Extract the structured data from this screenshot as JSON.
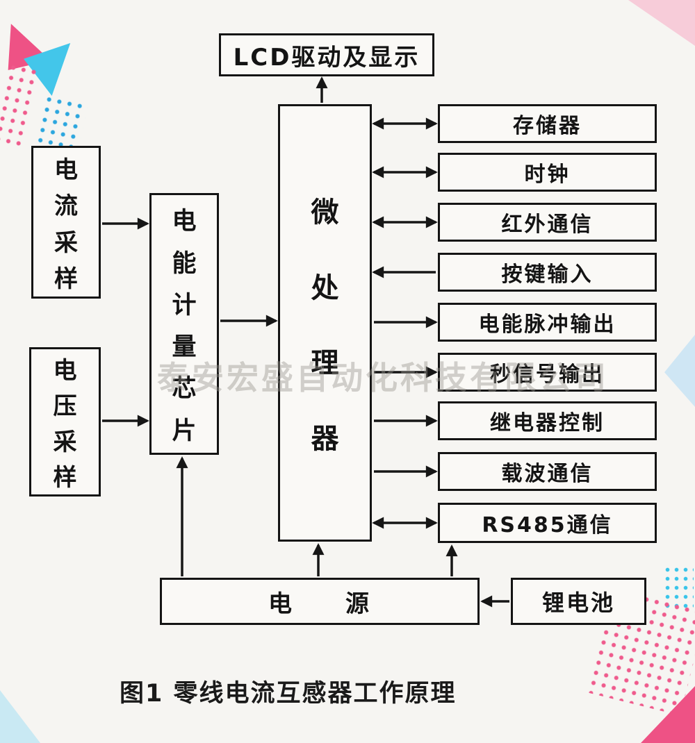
{
  "figure": {
    "caption": "图1 零线电流互感器工作原理",
    "watermark": "泰安宏盛自动化科技有限公司"
  },
  "nodes": {
    "lcd": {
      "label": "LCD驱动及显示"
    },
    "current_sampling": {
      "label": "电流采样"
    },
    "voltage_sampling": {
      "label": "电压采样"
    },
    "metering_chip": {
      "label": "电能计量芯片"
    },
    "mpu": {
      "label": "微处理器"
    },
    "memory": {
      "label": "存储器"
    },
    "clock": {
      "label": "时钟"
    },
    "infrared_comm": {
      "label": "红外通信"
    },
    "key_input": {
      "label": "按键输入"
    },
    "energy_pulse_output": {
      "label": "电能脉冲输出"
    },
    "second_signal_output": {
      "label": "秒信号输出"
    },
    "relay_control": {
      "label": "继电器控制"
    },
    "carrier_comm": {
      "label": "载波通信"
    },
    "rs485_comm": {
      "label": "RS485通信"
    },
    "power": {
      "label": "电　　源"
    },
    "battery": {
      "label": "锂电池"
    }
  },
  "edges": [
    {
      "from": "current_sampling",
      "to": "metering_chip",
      "direction": "one-way"
    },
    {
      "from": "voltage_sampling",
      "to": "metering_chip",
      "direction": "one-way"
    },
    {
      "from": "metering_chip",
      "to": "mpu",
      "direction": "one-way"
    },
    {
      "from": "mpu",
      "to": "lcd",
      "direction": "one-way"
    },
    {
      "from": "mpu",
      "to": "memory",
      "direction": "two-way"
    },
    {
      "from": "mpu",
      "to": "clock",
      "direction": "two-way"
    },
    {
      "from": "mpu",
      "to": "infrared_comm",
      "direction": "two-way"
    },
    {
      "from": "key_input",
      "to": "mpu",
      "direction": "one-way"
    },
    {
      "from": "mpu",
      "to": "energy_pulse_output",
      "direction": "one-way"
    },
    {
      "from": "mpu",
      "to": "second_signal_output",
      "direction": "one-way"
    },
    {
      "from": "mpu",
      "to": "relay_control",
      "direction": "one-way"
    },
    {
      "from": "mpu",
      "to": "carrier_comm",
      "direction": "one-way"
    },
    {
      "from": "mpu",
      "to": "rs485_comm",
      "direction": "two-way"
    },
    {
      "from": "power",
      "to": "metering_chip",
      "direction": "one-way"
    },
    {
      "from": "power",
      "to": "mpu",
      "direction": "one-way"
    },
    {
      "from": "power",
      "to": "rs485_comm",
      "direction": "one-way"
    },
    {
      "from": "battery",
      "to": "power",
      "direction": "one-way"
    }
  ],
  "colors": {
    "ink": "#161616",
    "paper": "#f6f5f2",
    "box_fill": "#faf9f6",
    "deco_pink": "#ee5285",
    "deco_cyan": "#43c6ea",
    "deco_blue": "#2ba6de",
    "deco_light_pink": "#f7ccd9",
    "deco_light_blue": "#cfe6f4",
    "watermark_gray": "#98948e"
  }
}
